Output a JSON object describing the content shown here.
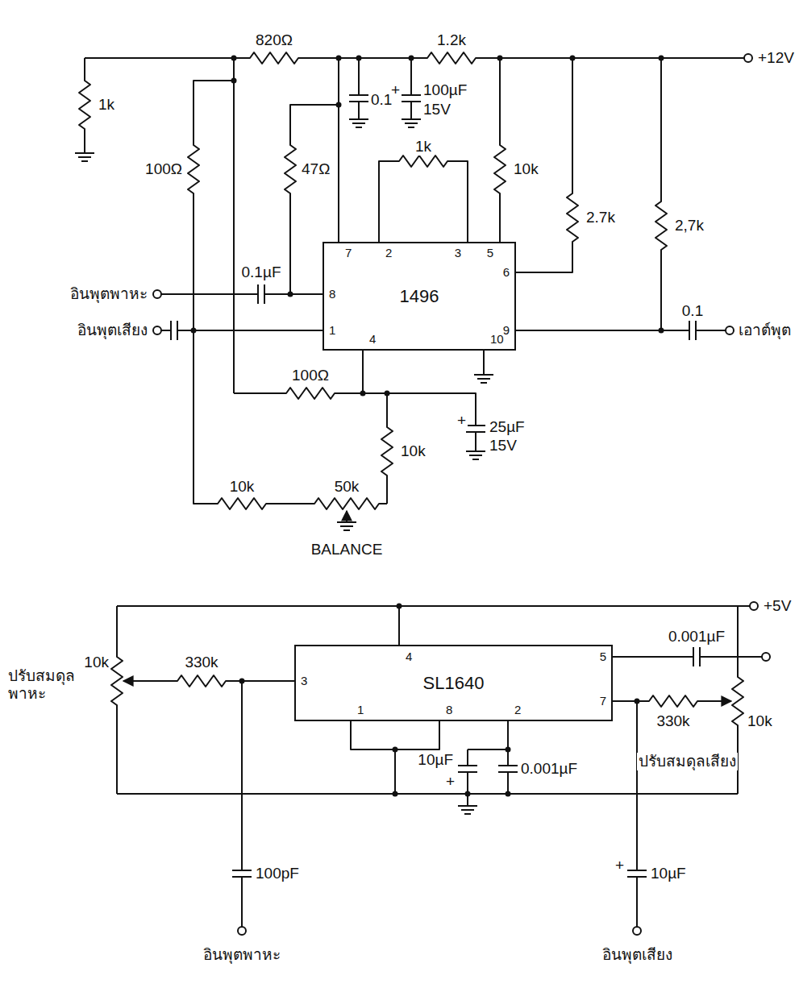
{
  "diagram": {
    "nodes": [
      {
        "text": [
          "1496"
        ]
      },
      {
        "text": [
          "SL1640"
        ]
      }
    ],
    "labels": [
      "820Ω",
      "1.2k",
      "+12V",
      "1k",
      "0.1",
      "+",
      "100µF",
      "15V",
      "10k",
      "2.7k",
      "2,7k",
      "1k",
      "47Ω",
      "100Ω",
      "อินพุตพาหะ",
      "0.1µF",
      "อินพุตเสียง",
      "7",
      "2",
      "3",
      "5",
      "8",
      "1",
      "6",
      "9",
      "4",
      "10",
      "0.1",
      "เอาต์พุต",
      "100Ω",
      "10k",
      "+",
      "25µF",
      "15V",
      "10k",
      "50k",
      "BALANCE",
      "+5V",
      "ปรับสมดุล พาหะ",
      "10k",
      "330k",
      "3",
      "4",
      "5",
      "7",
      "1",
      "8",
      "2",
      "0.001µF",
      "330k",
      "10k",
      "ปรับสมดุลเสียง",
      "10µF",
      "+",
      "0.001µF",
      "100pF",
      "+",
      "10µF",
      "อินพุตพาหะ",
      "อินพุตเสียง"
    ]
  }
}
